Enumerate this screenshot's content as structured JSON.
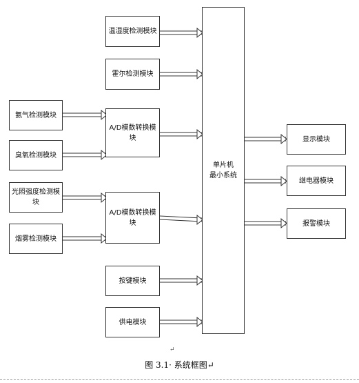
{
  "modules": {
    "temp_humidity": "温湿度检测模块",
    "hall": "霍尔检测模块",
    "ammonia": "氨气检测模块",
    "ozone": "臭氧检测模块",
    "light": "光照强度检测模块",
    "smoke": "烟雾检测模块",
    "adc_1": "A/D模数转换模块",
    "adc_2": "A/D模数转换模块",
    "keypad": "按键模块",
    "power": "供电模块",
    "mcu": "单片机\n最小系统",
    "display": "显示模块",
    "relay": "继电器模块",
    "alarm": "报警模块"
  },
  "caption": {
    "paragraph_mark": "↵",
    "text": "图 3.1· 系统框图↵"
  }
}
